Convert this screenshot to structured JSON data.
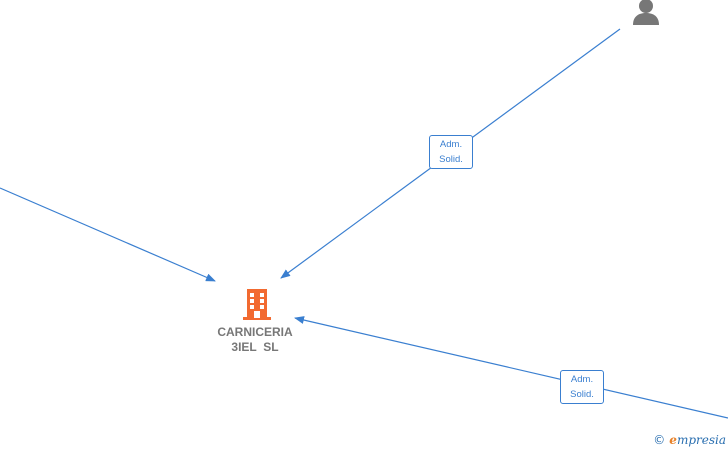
{
  "company": {
    "name_line1": "CARNICERIA",
    "name_line2": "3IEL  SL",
    "icon": "building-icon",
    "color": "#f26a30"
  },
  "person": {
    "icon": "person-icon",
    "color": "#777777"
  },
  "relations": [
    {
      "label_line1": "Adm.",
      "label_line2": "Solid."
    },
    {
      "label_line1": "Adm.",
      "label_line2": "Solid."
    }
  ],
  "edge_color": "#3a7fd0",
  "watermark": {
    "copyright_symbol": "©",
    "brand_first_letter": "e",
    "brand_rest": "mpresia"
  }
}
